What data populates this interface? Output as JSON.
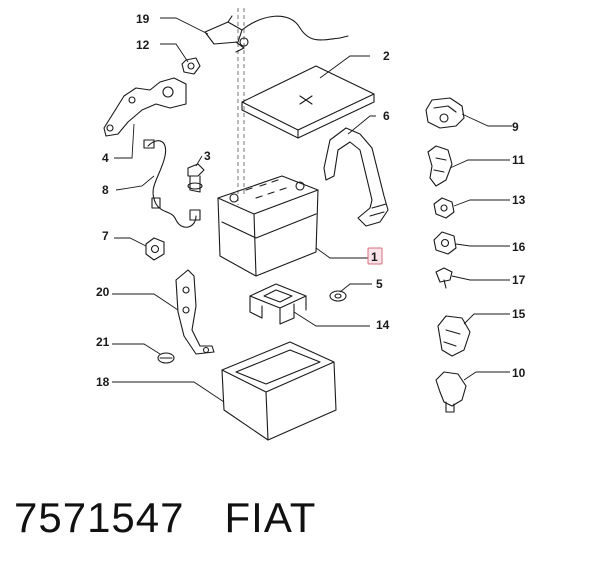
{
  "diagram": {
    "callouts": [
      {
        "id": "c19",
        "text": "19"
      },
      {
        "id": "c12",
        "text": "12"
      },
      {
        "id": "c2",
        "text": "2"
      },
      {
        "id": "c6",
        "text": "6"
      },
      {
        "id": "c9",
        "text": "9"
      },
      {
        "id": "c4",
        "text": "4"
      },
      {
        "id": "c3",
        "text": "3"
      },
      {
        "id": "c11",
        "text": "11"
      },
      {
        "id": "c8",
        "text": "8"
      },
      {
        "id": "c13",
        "text": "13"
      },
      {
        "id": "c7",
        "text": "7"
      },
      {
        "id": "c1",
        "text": "1"
      },
      {
        "id": "c16",
        "text": "16"
      },
      {
        "id": "c17",
        "text": "17"
      },
      {
        "id": "c20",
        "text": "20"
      },
      {
        "id": "c5",
        "text": "5"
      },
      {
        "id": "c14",
        "text": "14"
      },
      {
        "id": "c15",
        "text": "15"
      },
      {
        "id": "c21",
        "text": "21"
      },
      {
        "id": "c10",
        "text": "10"
      },
      {
        "id": "c18",
        "text": "18"
      }
    ],
    "highlight_color": "#d9707f"
  },
  "footer": {
    "part_number": "7571547",
    "brand": "FIAT"
  }
}
